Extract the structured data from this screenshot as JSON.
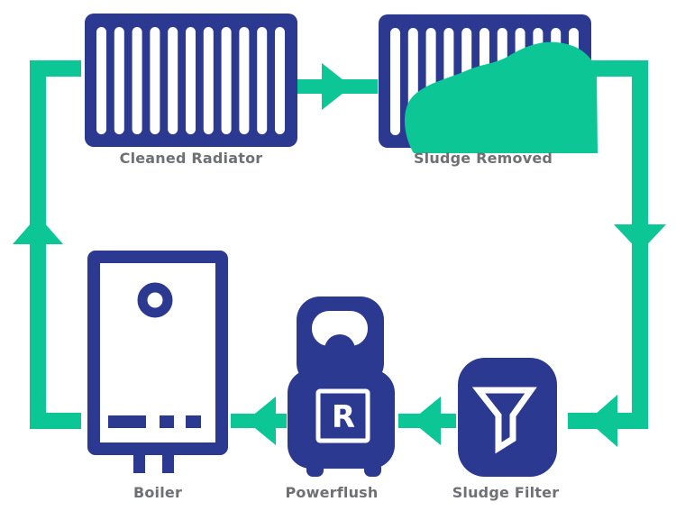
{
  "diagram": {
    "nodes": {
      "cleaned_radiator": {
        "label": "Cleaned Radiator"
      },
      "sludge_removed": {
        "label": "Sludge Removed"
      },
      "sludge_filter": {
        "label": "Sludge Filter"
      },
      "powerflush": {
        "label": "Powerflush",
        "badge": "R"
      },
      "boiler": {
        "label": "Boiler"
      }
    },
    "flow": [
      {
        "from": "Cleaned Radiator",
        "to": "Sludge Removed"
      },
      {
        "from": "Sludge Removed",
        "to": "Sludge Filter"
      },
      {
        "from": "Sludge Filter",
        "to": "Powerflush"
      },
      {
        "from": "Powerflush",
        "to": "Boiler"
      },
      {
        "from": "Boiler",
        "to": "Cleaned Radiator"
      }
    ]
  },
  "colors": {
    "navy": "#2b3990",
    "green": "#0cc795",
    "label_grey": "#6e7074",
    "background": "#ffffff"
  }
}
